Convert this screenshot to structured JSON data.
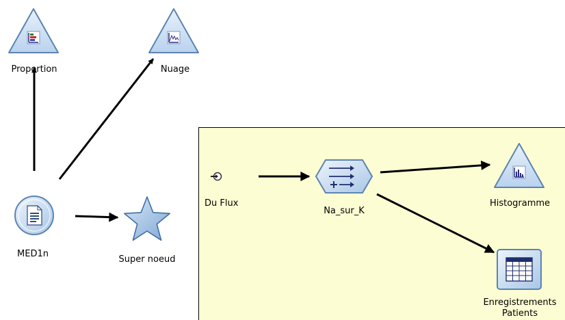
{
  "colors": {
    "supernode_bg": "#fdfdd3",
    "supernode_border": "#000000",
    "icon_fill": "#cfe0f3",
    "icon_stroke": "#5b83b2",
    "star_fill": "#a7c6e8",
    "arrow": "#000000"
  },
  "nodes": {
    "proportion": {
      "label": "Proportion",
      "icon": "distribution-graph-icon"
    },
    "nuage": {
      "label": "Nuage",
      "icon": "plot-graph-icon"
    },
    "med1n": {
      "label": "MED1n",
      "icon": "var-file-source-icon"
    },
    "super_noeud": {
      "label": "Super noeud",
      "icon": "supernode-star-icon"
    },
    "du_flux": {
      "label": "Du Flux",
      "icon": "stream-input-icon"
    },
    "na_sur_k": {
      "label": "Na_sur_K",
      "icon": "derive-field-icon"
    },
    "histogramme": {
      "label": "Histogramme",
      "icon": "histogram-graph-icon"
    },
    "enregistrements": {
      "label_line1": "Enregistrements",
      "label_line2": "Patients",
      "icon": "table-output-icon"
    }
  }
}
